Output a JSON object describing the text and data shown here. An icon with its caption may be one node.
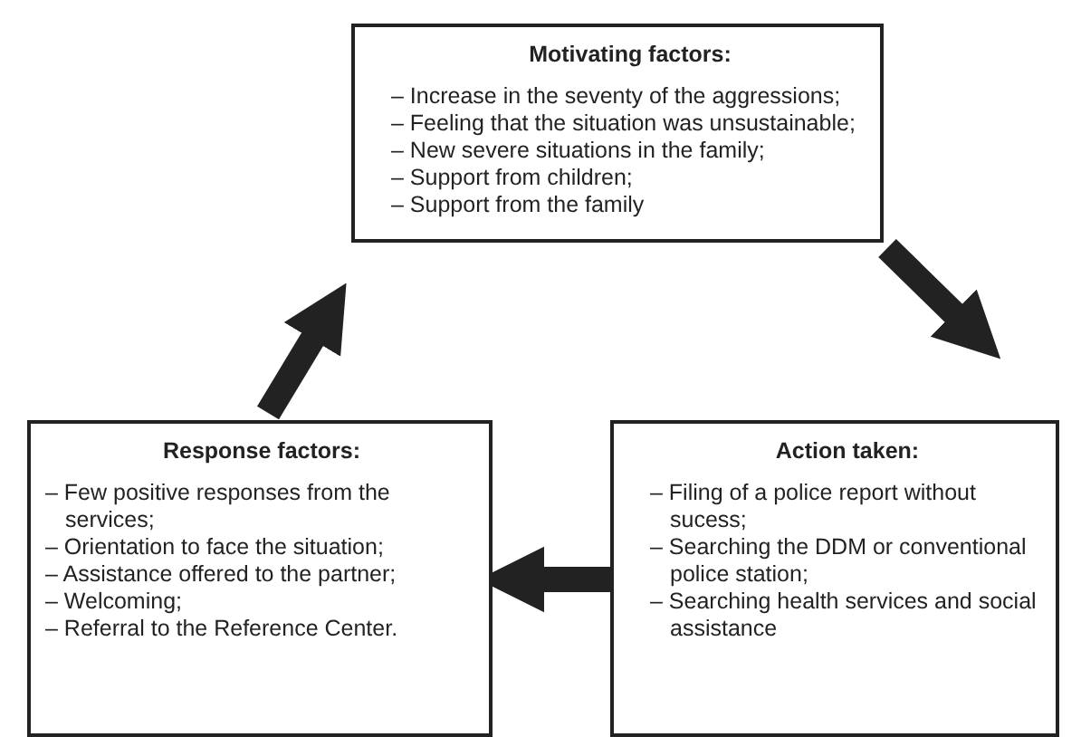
{
  "diagram": {
    "nodes": [
      {
        "text": [
          "Motivating factors:",
          "– Increase in the seventy of the aggressions;",
          "– Feeling that the situation was unsustainable;",
          "– New severe situations in the family;",
          "– Support from children;",
          "– Support from the family"
        ]
      },
      {
        "text": [
          "Action taken:",
          "– Filing of a police report without sucess;",
          "– Searching the DDM or conventional police station;",
          "– Searching health services and social assistance"
        ]
      },
      {
        "text": [
          "Response factors:",
          "– Few positive responses from the services;",
          "– Orientation to face the situation;",
          "– Assistance offered to the partner;",
          "– Welcoming;",
          "– Referral to the Reference Center."
        ]
      }
    ],
    "edges": [
      {
        "from": 0,
        "to": 1,
        "arrow": "to"
      },
      {
        "from": 1,
        "to": 2,
        "arrow": "to"
      },
      {
        "from": 2,
        "to": 0,
        "arrow": "to"
      }
    ]
  }
}
